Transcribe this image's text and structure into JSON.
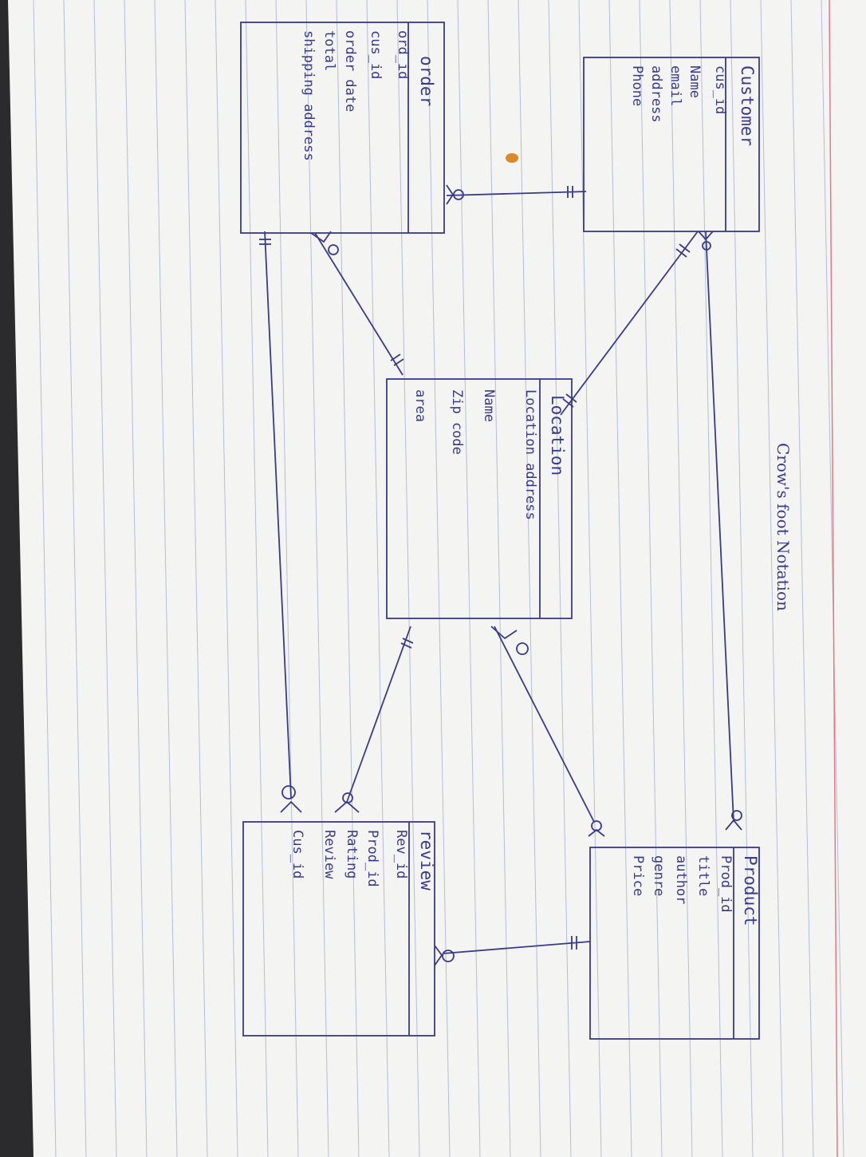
{
  "title": "Crow's foot Notation",
  "entities": {
    "customer": {
      "title": "Customer",
      "attributes": [
        "cus_id",
        "Name",
        "email",
        "address",
        "Phone"
      ]
    },
    "order": {
      "title": "order",
      "attributes": [
        "ord_id",
        "cus_id",
        "order date",
        "total",
        "shipping address"
      ]
    },
    "location": {
      "title": "Location",
      "attributes": [
        "Location address",
        "Name",
        "Zip code",
        "area"
      ]
    },
    "product": {
      "title": "Product",
      "attributes": [
        "Prod_id",
        "title",
        "author",
        "genre",
        "Price"
      ]
    },
    "review": {
      "title": "review",
      "attributes": [
        "Rev_id",
        "Prod_id",
        "Rating",
        "Review",
        "Cus_id"
      ]
    }
  },
  "relationships": [
    {
      "from": "customer",
      "to": "order",
      "from_cardinality": "one-and-only-one",
      "to_cardinality": "zero-or-many"
    },
    {
      "from": "customer",
      "to": "location",
      "from_cardinality": "one-and-only-one",
      "to_cardinality": "one-and-only-one"
    },
    {
      "from": "customer",
      "to": "product",
      "from_cardinality": "zero-or-many",
      "to_cardinality": "zero-or-many"
    },
    {
      "from": "order",
      "to": "location",
      "from_cardinality": "zero-or-many",
      "to_cardinality": "one-and-only-one"
    },
    {
      "from": "order",
      "to": "review",
      "from_cardinality": "one-and-only-one",
      "to_cardinality": "zero-or-many"
    },
    {
      "from": "location",
      "to": "review",
      "from_cardinality": "one-and-only-one",
      "to_cardinality": "zero-or-many"
    },
    {
      "from": "location",
      "to": "product",
      "from_cardinality": "zero-or-many",
      "to_cardinality": "zero-or-many"
    },
    {
      "from": "product",
      "to": "review",
      "from_cardinality": "one-and-only-one",
      "to_cardinality": "zero-or-many"
    }
  ],
  "colors": {
    "ink": "#3a3a8c",
    "paper": "#f4f4f2",
    "rule_line": "#9aa6c8",
    "margin_line": "#e07a8a",
    "background": "#2b2b2e",
    "stain": "#d98a2b"
  }
}
